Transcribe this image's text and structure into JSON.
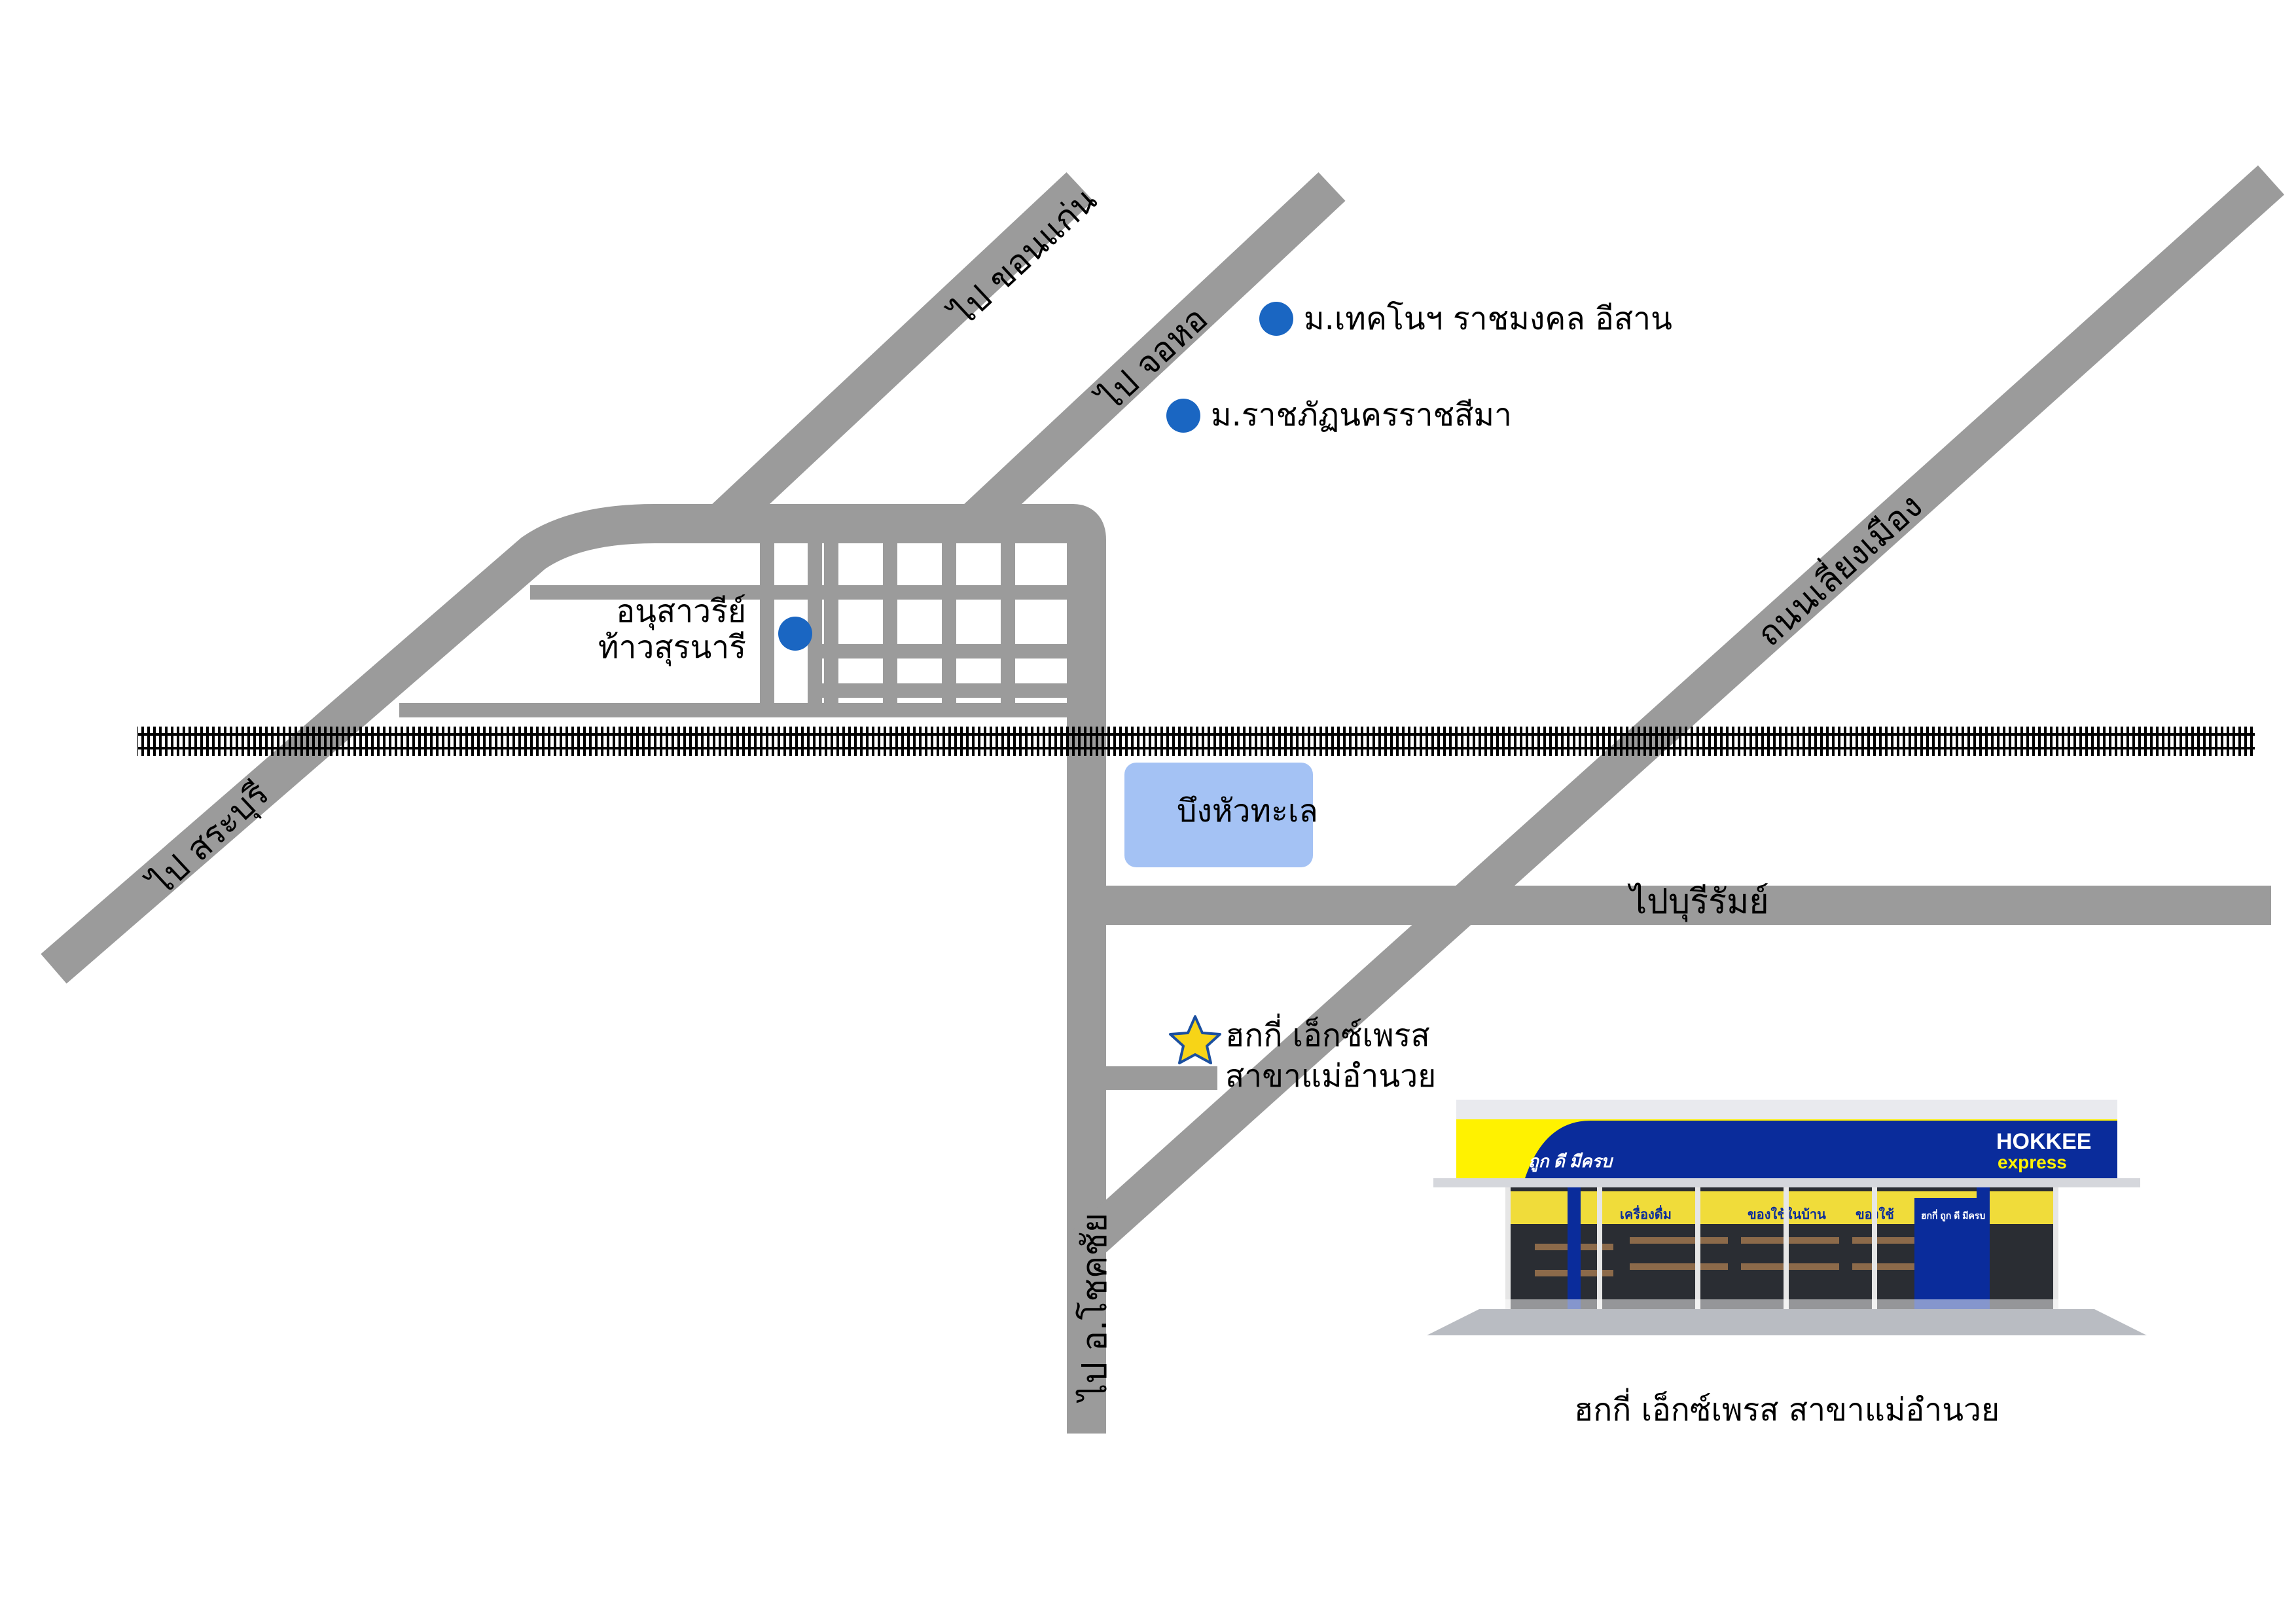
{
  "roads": {
    "khon_kaen": "ไป ขอนแก่น",
    "chok_chai_north": "ไป จอหอ",
    "saraburi": "ไป สระบุรี",
    "bypass": "ถนนเลี่ยงเมือง",
    "buriram": "ไปบุรีรัมย์",
    "chok_chai": "ไป อ.โชคชัย"
  },
  "places": {
    "rmuti": "ม.เทคโนฯ ราชมงคล อีสาน",
    "nrru": "ม.ราชภัฏนครราชสีมา",
    "monument_line1": "อนุสาวรีย์",
    "monument_line2": "ท้าวสุรนารี",
    "lake": "บึงหัวทะเล",
    "store_line1": "ฮกกี่ เอ็กซ์เพรส",
    "store_line2": "สาขาแม่อำนวย"
  },
  "storefront": {
    "brand_top": "HOKKEE",
    "brand_bottom": "express",
    "slogan": "ถูก ดี มีครบ",
    "window_label_1": "เครื่องดื่ม",
    "window_label_2": "ของใช้ในบ้าน",
    "window_label_3": "ของใช้",
    "door_label": "ฮกกี่ ถูก ดี มีครบ"
  },
  "caption": "ฮกกี่ เอ็กซ์เพรส สาขาแม่อำนวย",
  "colors": {
    "road": "#9b9b9b",
    "marker": "#1a66c2",
    "lake_fill": "#a4c2f4",
    "star": "#f7d417",
    "brand_blue": "#0a2c9b",
    "brand_yellow": "#fff200"
  },
  "icons": {
    "place_marker": "blue-circle",
    "store_marker": "yellow-star"
  }
}
